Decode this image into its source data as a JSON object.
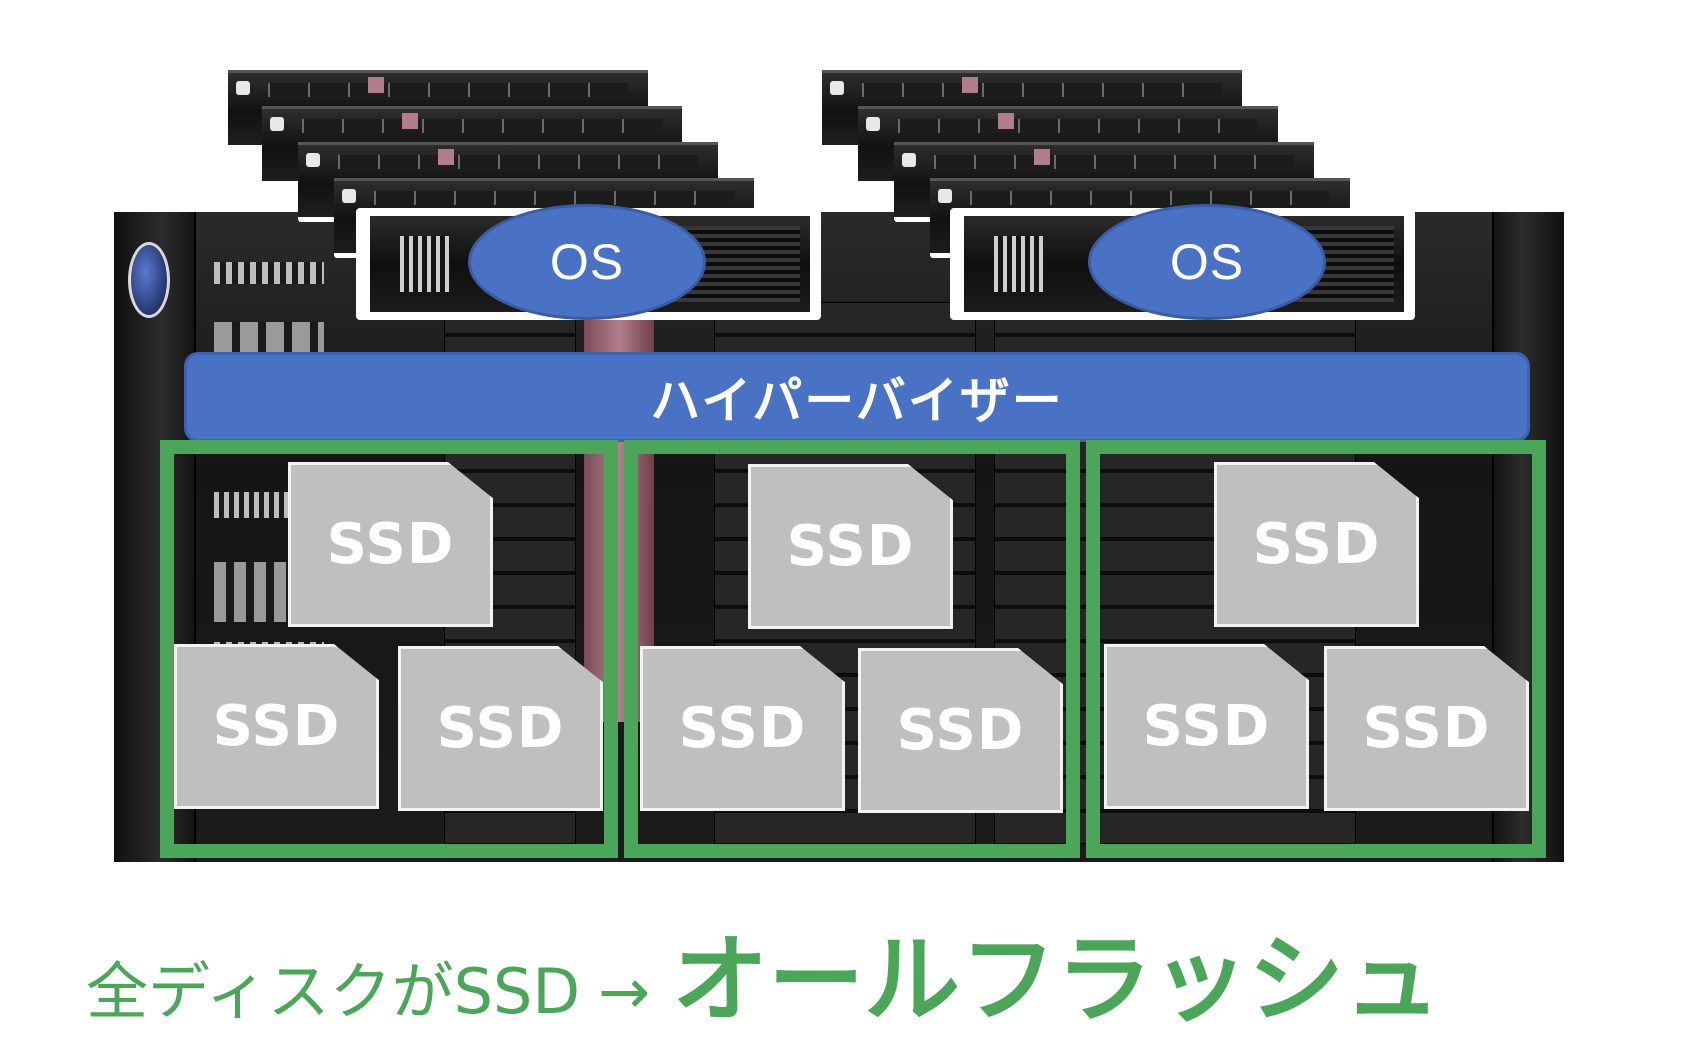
{
  "os_label": "OS",
  "hypervisor_label": "ハイパーバイザー",
  "ssd_label": "SSD",
  "caption": {
    "prefix": "全ディスクがSSD",
    "arrow": "→",
    "emphasis": "オールフラッシュ"
  },
  "colors": {
    "accent_blue": "#4a72c4",
    "accent_green": "#4ca65a",
    "ssd_gray": "#bfbfbf"
  },
  "icons": [
    "server-rack-icon",
    "server-blade-icon",
    "ssd-drive-icon"
  ]
}
